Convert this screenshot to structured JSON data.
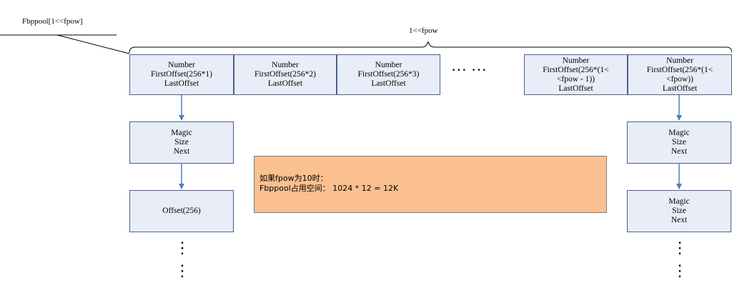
{
  "pool_label": "Fbppool[1<<fpow]",
  "span_label": "1<<fpow",
  "ellipsis": "··· ···",
  "vertical_dots": "⋮",
  "top_row": [
    {
      "lines": [
        "Number",
        "FirstOffset(256*1)",
        "LastOffset"
      ]
    },
    {
      "lines": [
        "Number",
        "FirstOffset(256*2)",
        "LastOffset"
      ]
    },
    {
      "lines": [
        "Number",
        "FirstOffset(256*3)",
        "LastOffset"
      ]
    },
    {
      "lines": [
        "Number",
        "FirstOffset(256*(1<",
        "<fpow - 1))",
        "LastOffset"
      ]
    },
    {
      "lines": [
        "Number",
        "FirstOffset(256*(1<",
        "<fpow))",
        "LastOffset"
      ]
    }
  ],
  "left_chain": [
    {
      "lines": [
        "Magic",
        "Size",
        "Next"
      ]
    },
    {
      "lines": [
        "Offset(256)"
      ]
    }
  ],
  "right_chain": [
    {
      "lines": [
        "Magic",
        "Size",
        "Next"
      ]
    },
    {
      "lines": [
        "Magic",
        "Size",
        "Next"
      ]
    }
  ],
  "note": {
    "line1": "如果fpow为10时：",
    "line2": "Fbppool占用空间：  1024 * 12 = 12K"
  },
  "colors": {
    "node_fill": "#e9edf7",
    "node_border": "#4a5f8c",
    "arrow": "#4f81bd",
    "note_fill": "#fac090"
  }
}
